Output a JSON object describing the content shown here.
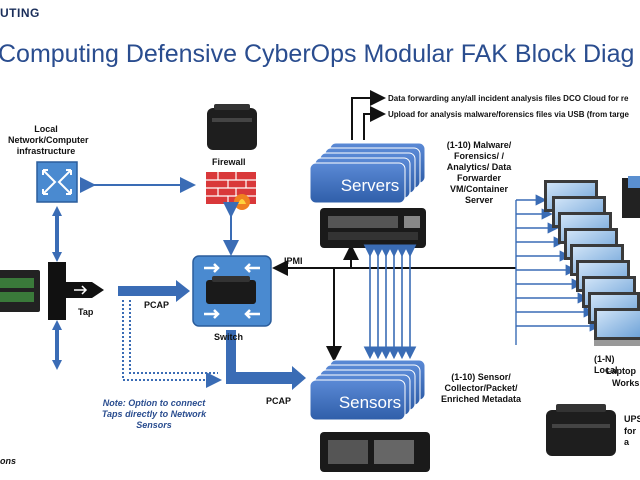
{
  "header": {
    "logo_text": "UTING",
    "title": "Computing Defensive CyberOps Modular FAK Block Diag"
  },
  "nodes": {
    "local_network": "Local Network/Computer infrastructure",
    "firewall": "Firewall",
    "tap": "Tap",
    "switch": "Switch",
    "servers": "Servers",
    "sensors": "Sensors",
    "servers_desc": "(1-10) Malware/ Forensics/ / Analytics/ Data Forwarder VM/Container Server",
    "sensors_desc": "(1-10) Sensor/ Collector/Packet/ Enriched Metadata",
    "laptops_desc_1": "(1-N) Local",
    "laptops_desc_2": "Laptop",
    "laptops_desc_3": "Works",
    "ups_1": "UPS",
    "ups_2": "for a"
  },
  "links": {
    "pcap_1": "PCAP",
    "pcap_2": "PCAP",
    "ipmi": "IPMI",
    "cloud_forward": "Data forwarding any/all incident analysis files DCO Cloud for re",
    "usb_upload": "Upload for analysis malware/forensics files via USB (from targe"
  },
  "notes": {
    "tap_option": "Note: Option to connect Taps directly to Network Sensors",
    "footer": "ons"
  },
  "colors": {
    "accent": "#2a4d8f",
    "block": "#3f72c4",
    "block_dark": "#24508f",
    "arrow": "#3a6cb5",
    "firewall": "#d9383a"
  }
}
